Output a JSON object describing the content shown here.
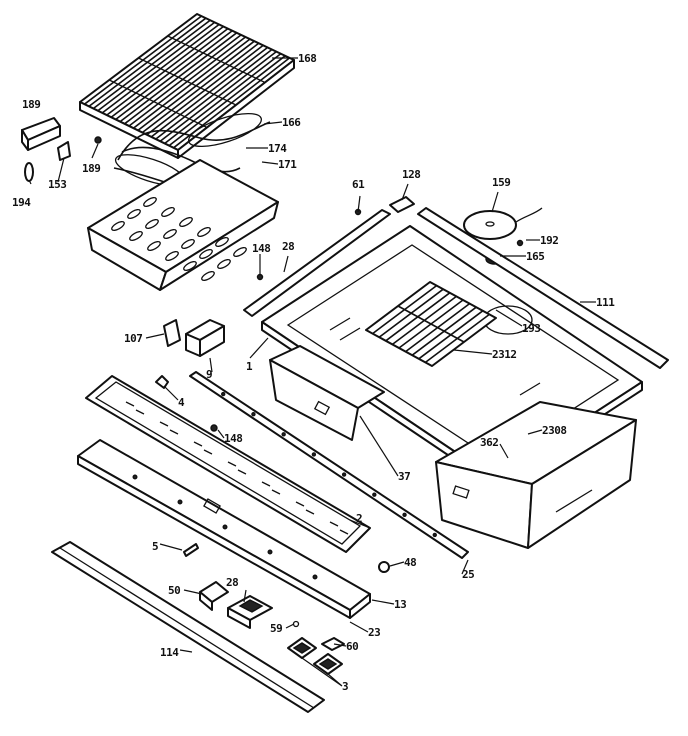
{
  "diagram": {
    "callouts": [
      {
        "id": "168",
        "label": "168"
      },
      {
        "id": "166",
        "label": "166"
      },
      {
        "id": "174",
        "label": "174"
      },
      {
        "id": "171",
        "label": "171"
      },
      {
        "id": "189a",
        "label": "189"
      },
      {
        "id": "189b",
        "label": "189"
      },
      {
        "id": "153",
        "label": "153"
      },
      {
        "id": "194",
        "label": "194"
      },
      {
        "id": "61",
        "label": "61"
      },
      {
        "id": "128",
        "label": "128"
      },
      {
        "id": "159",
        "label": "159"
      },
      {
        "id": "192",
        "label": "192"
      },
      {
        "id": "165",
        "label": "165"
      },
      {
        "id": "148a",
        "label": "148"
      },
      {
        "id": "28a",
        "label": "28"
      },
      {
        "id": "111",
        "label": "111"
      },
      {
        "id": "193",
        "label": "193"
      },
      {
        "id": "107",
        "label": "107"
      },
      {
        "id": "9",
        "label": "9"
      },
      {
        "id": "1",
        "label": "1"
      },
      {
        "id": "2312",
        "label": "2312"
      },
      {
        "id": "4",
        "label": "4"
      },
      {
        "id": "148b",
        "label": "148"
      },
      {
        "id": "362",
        "label": "362"
      },
      {
        "id": "2308",
        "label": "2308"
      },
      {
        "id": "37",
        "label": "37"
      },
      {
        "id": "2",
        "label": "2"
      },
      {
        "id": "5",
        "label": "5"
      },
      {
        "id": "48",
        "label": "48"
      },
      {
        "id": "25",
        "label": "25"
      },
      {
        "id": "50",
        "label": "50"
      },
      {
        "id": "28b",
        "label": "28"
      },
      {
        "id": "13",
        "label": "13"
      },
      {
        "id": "59",
        "label": "59"
      },
      {
        "id": "23",
        "label": "23"
      },
      {
        "id": "60",
        "label": "60"
      },
      {
        "id": "114",
        "label": "114"
      },
      {
        "id": "3",
        "label": "3"
      }
    ]
  }
}
